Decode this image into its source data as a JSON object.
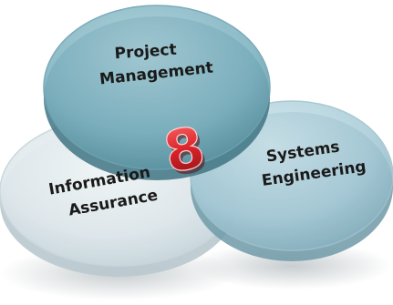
{
  "diagram": {
    "circles": [
      {
        "id": "project-management",
        "lines": [
          "Project",
          "Management"
        ]
      },
      {
        "id": "information-assurance",
        "lines": [
          "Information",
          "Assurance"
        ]
      },
      {
        "id": "systems-engineering",
        "lines": [
          "Systems",
          "Engineering"
        ]
      }
    ],
    "center_badge": "8",
    "colors": {
      "top_disc": "#7fb3c1",
      "left_disc": "#dfe8ec",
      "right_disc": "#aacdd9",
      "badge": "#d8232a",
      "label_text": "#1a1a1a"
    }
  }
}
